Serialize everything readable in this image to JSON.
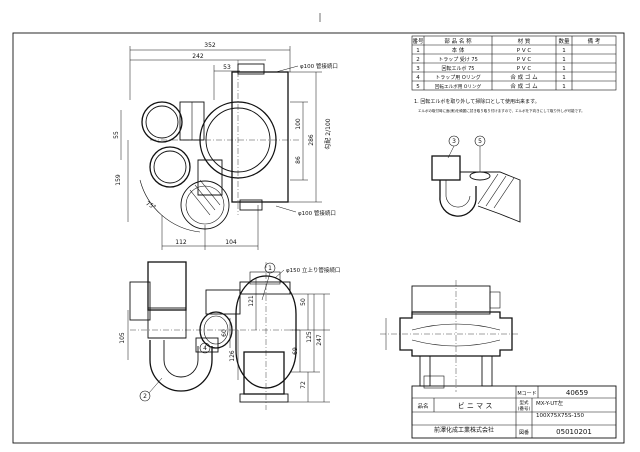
{
  "parts_table": {
    "headers": {
      "no": "番号",
      "name": "部 品 名 称",
      "material": "材 質",
      "qty": "数量",
      "note": "備 考"
    },
    "rows": [
      {
        "no": "1",
        "name": "本 体",
        "material": "P V C",
        "qty": "1"
      },
      {
        "no": "2",
        "name": "トラップ 受け 75",
        "material": "P V C",
        "qty": "1"
      },
      {
        "no": "3",
        "name": "回転エルボ 75",
        "material": "P V C",
        "qty": "1"
      },
      {
        "no": "4",
        "name": "トラップ用 Oリング",
        "material": "合 成 ゴ ム",
        "qty": "1"
      },
      {
        "no": "5",
        "name": "回転エルボ用 Oリング",
        "material": "合 成 ゴ ム",
        "qty": "1"
      }
    ]
  },
  "notes": [
    "1. 回転エルボを取り外して掃除口として使用出来ます。",
    "エルボの取付時に面(側)を綺麗に拭き取り取り付けますので、エルボを下向きにして取り外しが可能です。"
  ],
  "top_view": {
    "dims": {
      "overall_width": "352",
      "width_242": "242",
      "width_53": "53",
      "left_55": "55",
      "left_159": "159",
      "bottom_112": "112",
      "bottom_104": "104",
      "right_100": "100",
      "right_86": "86",
      "right_286": "286"
    },
    "labels": {
      "outlet_top": "φ100 管接続口",
      "outlet_bottom": "φ100 管接続口",
      "slope": "勾配 2/100",
      "angle": "75°"
    }
  },
  "front_view": {
    "dims": {
      "d121": "121",
      "d60": "60",
      "d126": "126",
      "d105": "105",
      "d69": "69",
      "d50": "50",
      "d125": "125",
      "d247": "247",
      "d72": "72"
    },
    "labels": {
      "riser": "φ150 立上り管接続口"
    },
    "callouts": [
      "1",
      "2",
      "4"
    ]
  },
  "detail_view": {
    "callouts": [
      "3",
      "5"
    ]
  },
  "title_block": {
    "mcode_label": "Mコード",
    "mcode_value": "40659",
    "name_label": "品名",
    "name_value": "ビ ニ マ ス",
    "model_label": "型式",
    "model_label2": "(番号)",
    "model_value1": "MX-Y-UT左",
    "model_value2": "100X75X75S-150",
    "company": "前澤化成工業株式会社",
    "drawing_label": "図番",
    "drawing_value": "05010201"
  }
}
